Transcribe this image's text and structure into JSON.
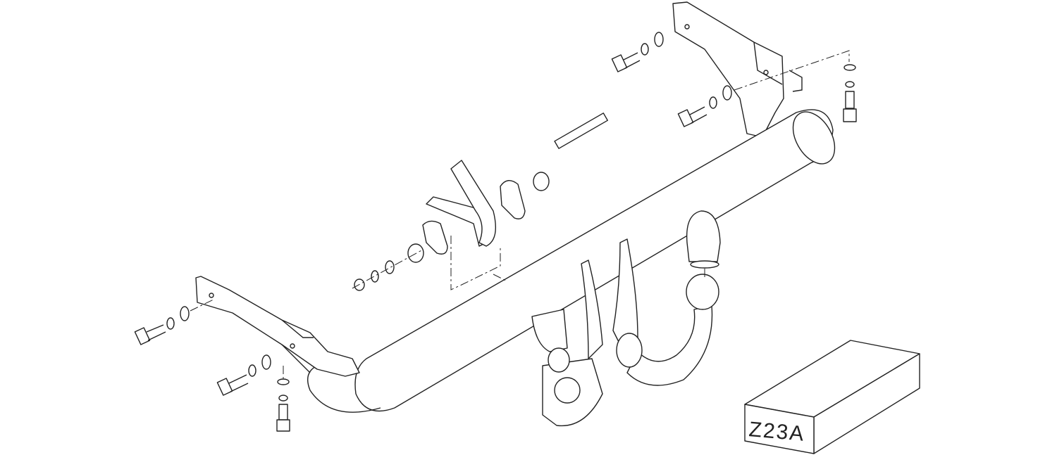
{
  "diagram": {
    "part_code": "Z23A",
    "components": [
      "crossbar-tube",
      "left-bracket",
      "right-bracket",
      "tow-ball",
      "swan-neck",
      "socket-plate",
      "mounting-bolts",
      "exhaust-hanger",
      "spacer",
      "kit-box"
    ]
  }
}
